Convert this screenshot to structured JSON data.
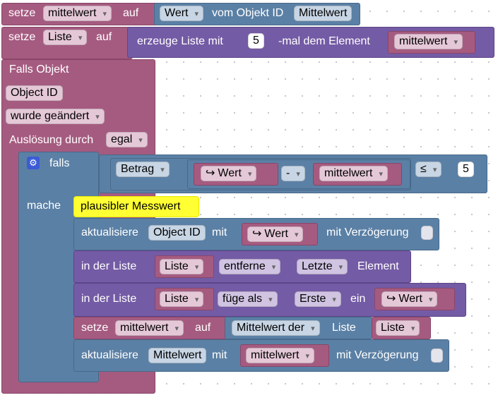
{
  "set_var": {
    "set": "setze",
    "var": "mittelwert",
    "on": "auf",
    "prop": "Wert",
    "from_obj": "vom Objekt ID",
    "obj_id": "Mittelwert"
  },
  "set_list": {
    "set": "setze",
    "var": "Liste",
    "on": "auf",
    "create": "erzeuge Liste mit",
    "count": "5",
    "times": "-mal dem Element",
    "element": "mittelwert"
  },
  "trigger": {
    "if_object": "Falls Objekt",
    "object_id": "Object ID",
    "changed": "wurde geändert",
    "by": "Auslösung durch",
    "by_value": "egal"
  },
  "if_block": {
    "if": "falls",
    "do": "mache",
    "left_prop": "Betrag",
    "arrow": "↪",
    "wert": "Wert",
    "op": "-",
    "var": "mittelwert",
    "cmp": "≤",
    "limit": "5"
  },
  "comment": "plausibler Messwert",
  "update1": {
    "update": "aktualisiere",
    "obj": "Object ID",
    "with": "mit",
    "arrow": "↪",
    "value": "Wert",
    "delay": "mit Verzögerung"
  },
  "list_remove": {
    "in_list": "in der Liste",
    "list": "Liste",
    "action": "entferne",
    "pos": "Letzte",
    "item": "Element"
  },
  "list_insert": {
    "in_list": "in der Liste",
    "list": "Liste",
    "action": "füge als",
    "pos": "Erste",
    "in": "ein",
    "arrow": "↪",
    "value": "Wert"
  },
  "set_mean": {
    "set": "setze",
    "var": "mittelwert",
    "on": "auf",
    "func": "Mittelwert der",
    "list_word": "Liste",
    "list": "Liste"
  },
  "update2": {
    "update": "aktualisiere",
    "obj": "Mittelwert",
    "with": "mit",
    "value": "mittelwert",
    "delay": "mit Verzögerung"
  },
  "colors": {
    "variables": "#a55b80",
    "objects": "#5b80a5",
    "lists": "#745ba5",
    "comment": "#ffff33"
  }
}
